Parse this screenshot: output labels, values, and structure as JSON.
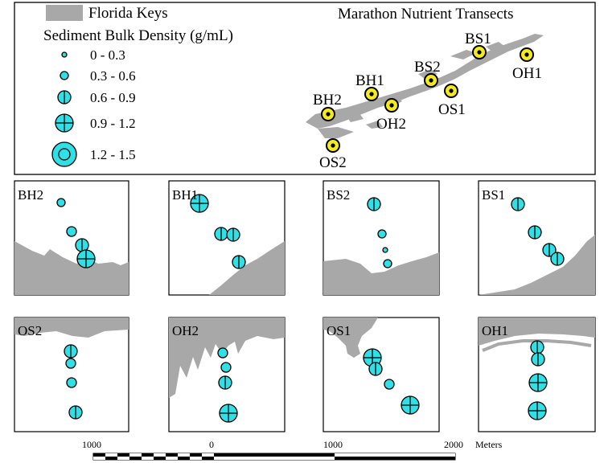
{
  "colors": {
    "land": "#a8a8a8",
    "sample": "#2fe0e6",
    "site": "#f5ea1a"
  },
  "map": {
    "title": "Marathon Nutrient Transects",
    "legend": {
      "keys_label": "Florida Keys",
      "density_title": "Sediment Bulk Density (g/mL)",
      "classes": [
        "0 - 0.3",
        "0.3 - 0.6",
        "0.6 - 0.9",
        "0.9 - 1.2",
        "1.2 - 1.5"
      ]
    },
    "sites": [
      {
        "id": "BS1",
        "label": "BS1"
      },
      {
        "id": "OH1",
        "label": "OH1"
      },
      {
        "id": "BS2",
        "label": "BS2"
      },
      {
        "id": "OS1",
        "label": "OS1"
      },
      {
        "id": "BH1",
        "label": "BH1"
      },
      {
        "id": "OH2",
        "label": "OH2"
      },
      {
        "id": "BH2",
        "label": "BH2"
      },
      {
        "id": "OS2",
        "label": "OS2"
      }
    ]
  },
  "panels": [
    {
      "label": "BH2",
      "samples_density_class": [
        2,
        2,
        3,
        4
      ]
    },
    {
      "label": "BH1",
      "samples_density_class": [
        4,
        3,
        3,
        3
      ]
    },
    {
      "label": "BS2",
      "samples_density_class": [
        3,
        2,
        1,
        2
      ]
    },
    {
      "label": "BS1",
      "samples_density_class": [
        3,
        3,
        3,
        3
      ]
    },
    {
      "label": "OS2",
      "samples_density_class": [
        3,
        2,
        2,
        3
      ]
    },
    {
      "label": "OH2",
      "samples_density_class": [
        2,
        2,
        3,
        4
      ]
    },
    {
      "label": "OS1",
      "samples_density_class": [
        4,
        3,
        2,
        4
      ]
    },
    {
      "label": "OH1",
      "samples_density_class": [
        3,
        3,
        4,
        4
      ]
    }
  ],
  "scalebar": {
    "ticks": [
      "1000",
      "0",
      "1000",
      "2000"
    ],
    "unit": "Meters"
  }
}
